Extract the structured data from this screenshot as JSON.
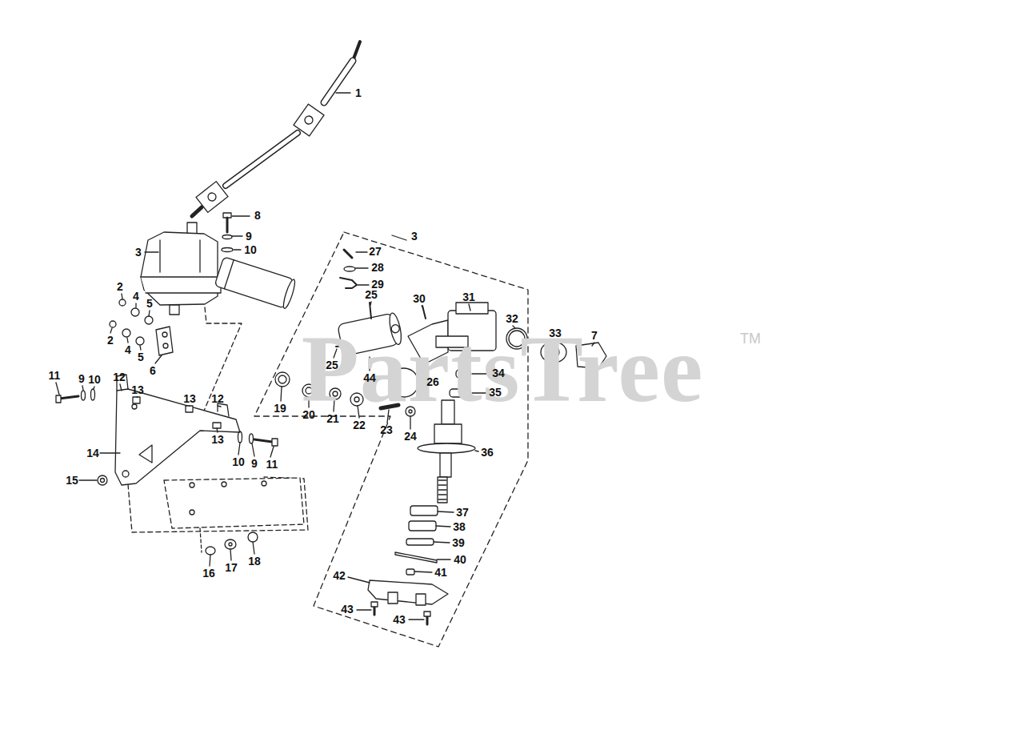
{
  "diagram": {
    "labels": [
      "1",
      "8",
      "9",
      "10",
      "3",
      "2",
      "4",
      "5",
      "2",
      "4",
      "5",
      "6",
      "11",
      "9",
      "10",
      "12",
      "13",
      "13",
      "12",
      "14",
      "15",
      "13",
      "10",
      "9",
      "11",
      "16",
      "17",
      "18",
      "3",
      "27",
      "28",
      "29",
      "25",
      "30",
      "31",
      "32",
      "33",
      "7",
      "25",
      "44",
      "26",
      "34",
      "35",
      "19",
      "20",
      "21",
      "22",
      "23",
      "24",
      "36",
      "37",
      "38",
      "39",
      "40",
      "41",
      "42",
      "43",
      "43",
      "PartsTree",
      "TM"
    ]
  }
}
